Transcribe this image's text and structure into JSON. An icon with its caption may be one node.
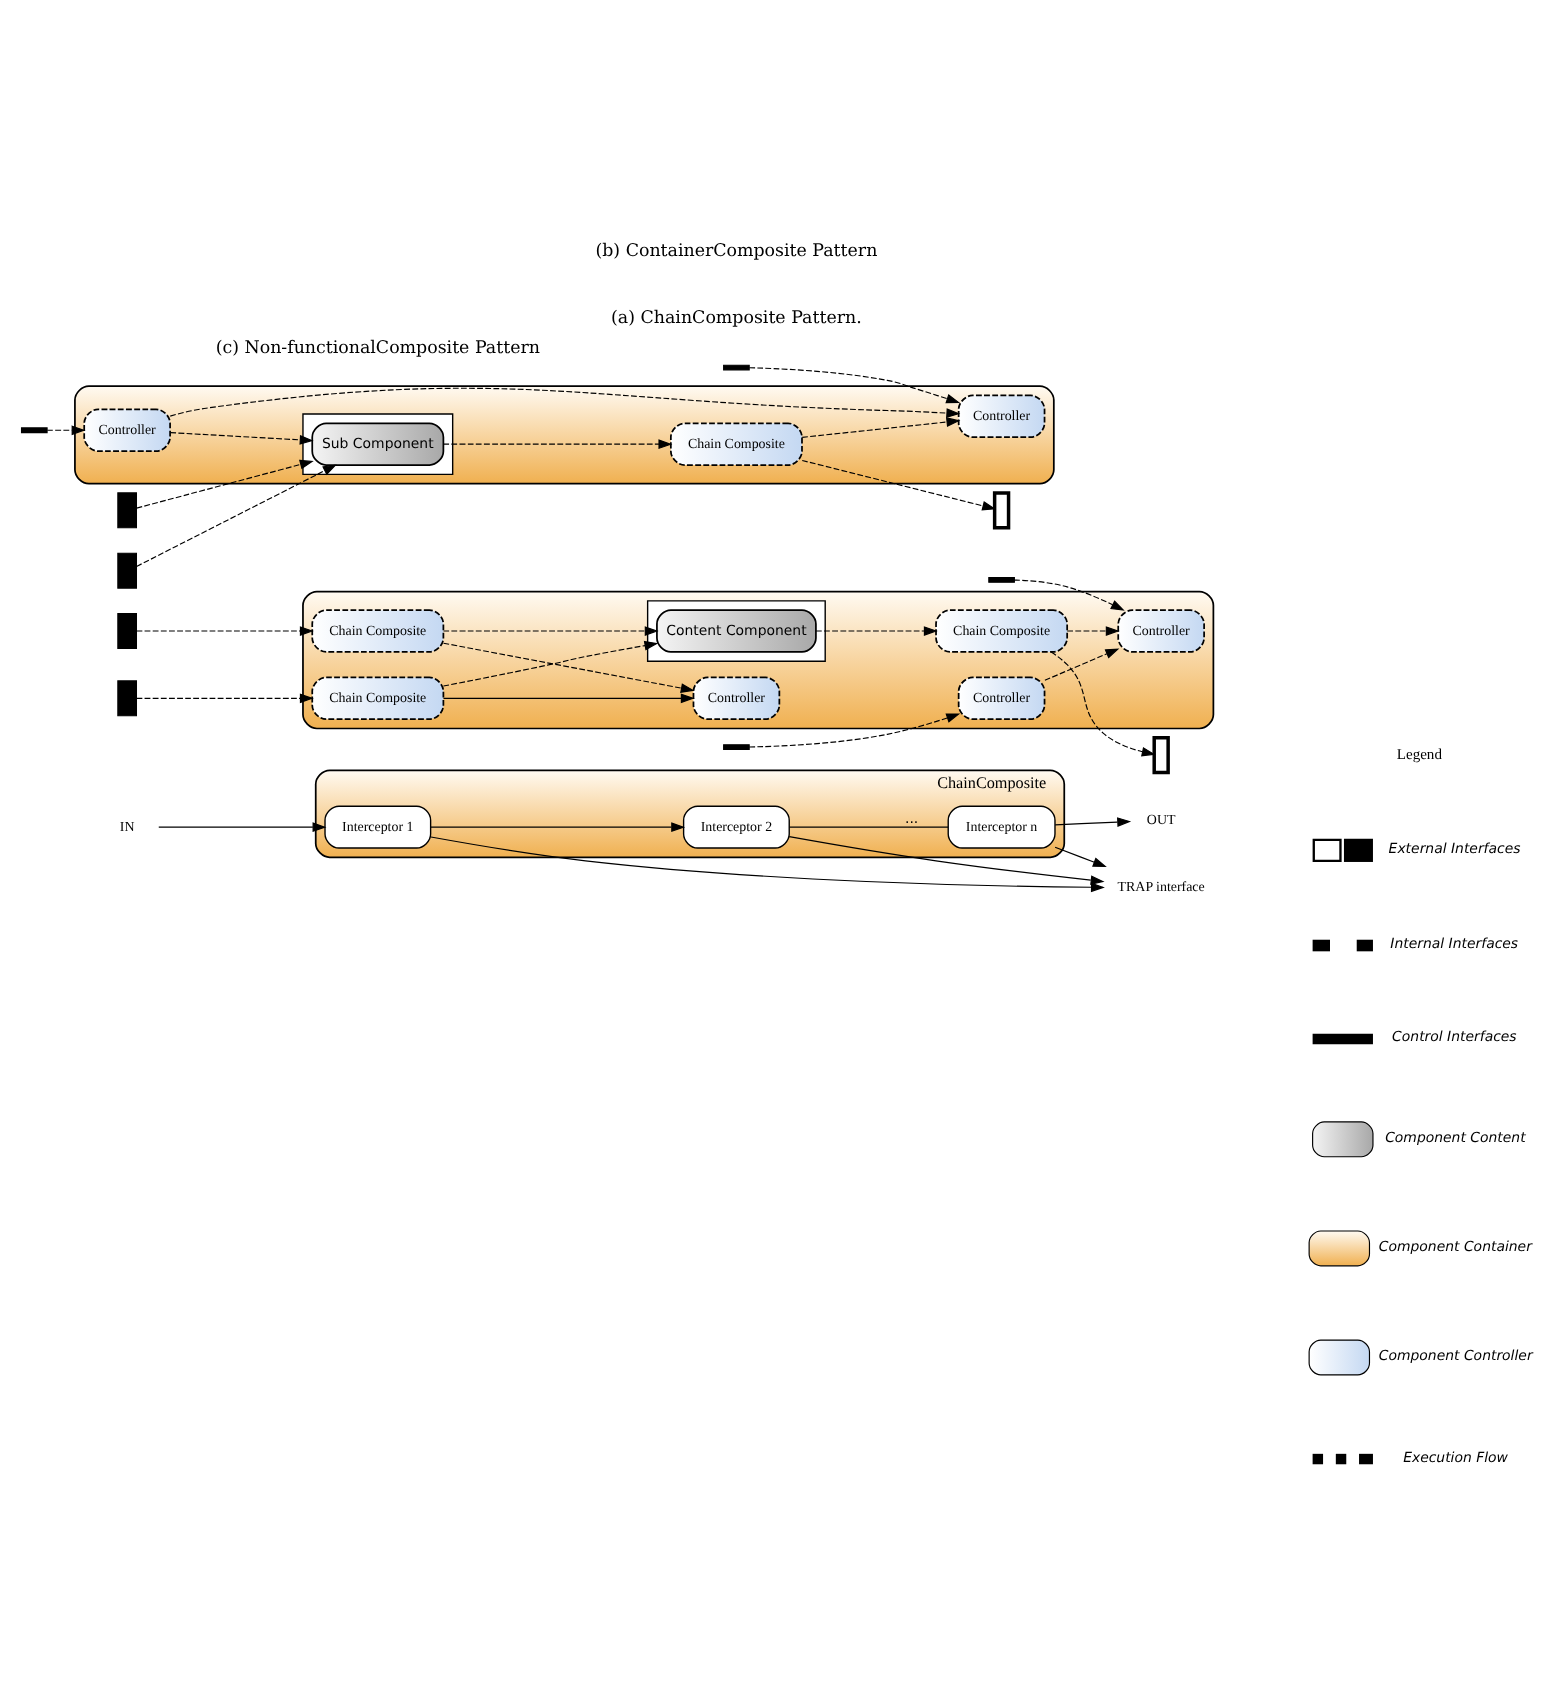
{
  "diagram": {
    "nodes": [
      {
        "text": [
          "ChainComposite"
        ]
      },
      {
        "text": [
          "Interceptor 1"
        ],
        "in": 0
      },
      {
        "text": [
          "Interceptor 2"
        ],
        "in": 0
      },
      {
        "text": [
          "Interceptor n"
        ],
        "in": 0
      },
      {
        "text": [
          "IN"
        ]
      },
      {
        "text": [
          "OUT"
        ]
      },
      {
        "text": [
          "TRAP interface"
        ]
      },
      {
        "text": [],
        "shape": "box"
      },
      {
        "text": [
          "Controller"
        ],
        "in": 7
      },
      {
        "text": [
          "Controller"
        ],
        "in": 7
      },
      {
        "text": [
          "Controller"
        ],
        "in": 7
      },
      {
        "text": [
          "Chain Composite"
        ],
        "in": 7
      },
      {
        "text": [
          "Chain Composite"
        ],
        "in": 7
      },
      {
        "text": [],
        "shape": "box",
        "in": 7
      },
      {
        "text": [
          "Content Component"
        ],
        "in": 13
      },
      {
        "text": [
          "Chain Composite"
        ],
        "in": 7
      },
      {
        "text": [],
        "shape": "box"
      },
      {
        "text": [],
        "shape": "box"
      },
      {
        "text": [],
        "shape": "box"
      },
      {
        "text": [],
        "shape": "bar"
      },
      {
        "text": [],
        "shape": "bar"
      },
      {
        "text": [],
        "shape": "box"
      },
      {
        "text": [
          "Controller"
        ],
        "in": 21
      },
      {
        "text": [
          "Controller"
        ],
        "in": 21
      },
      {
        "text": [],
        "shape": "box",
        "in": 21
      },
      {
        "text": [
          "Sub Component"
        ],
        "in": 24
      },
      {
        "text": [
          "Chain Composite"
        ],
        "in": 21
      },
      {
        "text": [],
        "shape": "box"
      },
      {
        "text": [],
        "shape": "box"
      },
      {
        "text": [],
        "shape": "box"
      },
      {
        "text": [],
        "shape": "bar"
      },
      {
        "text": [],
        "shape": "bar"
      }
    ],
    "edges": [
      {
        "from": 4,
        "to": 1,
        "arrow": "to"
      },
      {
        "from": 1,
        "to": 2,
        "arrow": "to"
      },
      {
        "from": 2,
        "to": 3,
        "arrow": "none",
        "label": "..."
      },
      {
        "from": 3,
        "to": 5,
        "arrow": "to"
      },
      {
        "from": 1,
        "to": 6,
        "arrow": "to"
      },
      {
        "from": 2,
        "to": 6,
        "arrow": "to"
      },
      {
        "from": 3,
        "to": 6,
        "arrow": "to"
      },
      {
        "from": 16,
        "to": 11,
        "arrow": "to",
        "style": "dashed"
      },
      {
        "from": 17,
        "to": 12,
        "arrow": "to",
        "style": "dashed"
      },
      {
        "from": 11,
        "to": 14,
        "arrow": "to",
        "style": "dashed"
      },
      {
        "from": 12,
        "to": 14,
        "arrow": "to",
        "style": "dashed"
      },
      {
        "from": 14,
        "to": 15,
        "arrow": "to",
        "style": "dashed"
      },
      {
        "from": 15,
        "to": 18,
        "arrow": "to",
        "style": "dashed"
      },
      {
        "from": 19,
        "to": 9,
        "arrow": "to",
        "style": "dashed"
      },
      {
        "from": 20,
        "to": 10,
        "arrow": "to",
        "style": "dashed"
      },
      {
        "from": 9,
        "to": 10,
        "arrow": "to",
        "style": "dashed"
      },
      {
        "from": 15,
        "to": 10,
        "arrow": "to",
        "style": "dashed"
      },
      {
        "from": 12,
        "to": 8,
        "arrow": "to"
      },
      {
        "from": 11,
        "to": 8,
        "arrow": "to",
        "style": "dashed"
      },
      {
        "from": 27,
        "to": 25,
        "arrow": "to",
        "style": "dashed"
      },
      {
        "from": 28,
        "to": 25,
        "arrow": "to",
        "style": "dashed"
      },
      {
        "from": 25,
        "to": 26,
        "arrow": "to",
        "style": "dashed"
      },
      {
        "from": 26,
        "to": 29,
        "arrow": "to",
        "style": "dashed"
      },
      {
        "from": 30,
        "to": 22,
        "arrow": "to",
        "style": "dashed"
      },
      {
        "from": 31,
        "to": 23,
        "arrow": "to",
        "style": "dashed"
      },
      {
        "from": 22,
        "to": 23,
        "arrow": "to",
        "style": "dashed"
      },
      {
        "from": 26,
        "to": 23,
        "arrow": "to",
        "style": "dashed"
      },
      {
        "from": 22,
        "to": 25,
        "arrow": "to",
        "style": "dashed"
      }
    ],
    "labels": [
      "(a) ChainComposite Pattern.",
      "Legend",
      "(b) ContainerComposite Pattern",
      "(c) Non-functionalComposite Pattern"
    ],
    "legend": [
      {
        "text": "External Interfaces"
      },
      {
        "text": "Internal Interfaces"
      },
      {
        "text": "Control Interfaces"
      },
      {
        "text": "Component Content"
      },
      {
        "text": "Component Container"
      },
      {
        "text": "Component Controller"
      },
      {
        "text": "Execution Flow"
      }
    ]
  }
}
